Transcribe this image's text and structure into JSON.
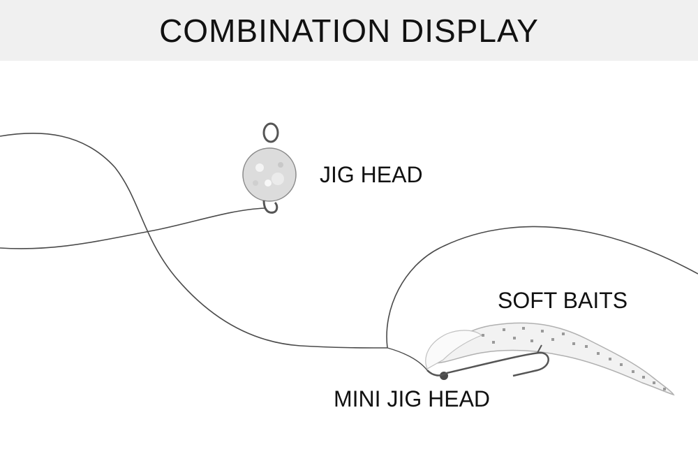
{
  "header": {
    "title": "COMBINATION DISPLAY"
  },
  "labels": {
    "jig_head": "JIG HEAD",
    "soft_baits": "SOFT BAITS",
    "mini_jig_head": "MINI JIG HEAD"
  },
  "colors": {
    "banner_bg": "#f0f0f0",
    "text": "#111111",
    "line": "#4a4a4a",
    "lure_fill": "#dcdcdc",
    "bait_fill": "#f2f2f2",
    "hook": "#555555"
  }
}
